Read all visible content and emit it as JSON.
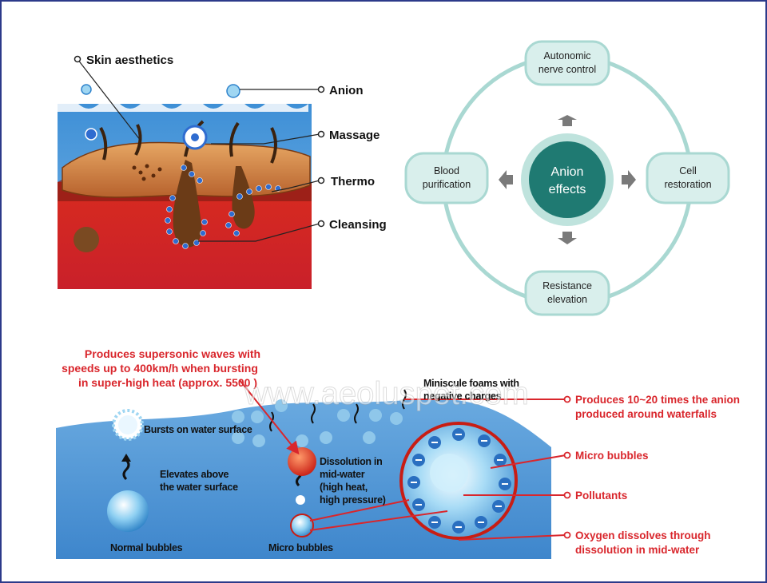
{
  "skin_panel": {
    "labels": {
      "skin_aesthetics": "Skin aesthetics",
      "anion": "Anion",
      "massage": "Massage",
      "thermo": "Thermo",
      "cleansing": "Cleansing"
    }
  },
  "cycle_panel": {
    "center_line1": "Anion",
    "center_line2": "effects",
    "nodes": {
      "top_line1": "Autonomic",
      "top_line2": "nerve control",
      "right_line1": "Cell",
      "right_line2": "restoration",
      "bottom_line1": "Resistance",
      "bottom_line2": "elevation",
      "left_line1": "Blood",
      "left_line2": "purification"
    }
  },
  "bubble_panel": {
    "supersonic_line1": "Produces supersonic waves with",
    "supersonic_line2": "speeds up to 400km/h when bursting",
    "supersonic_line3": "in super-high heat (approx. 5500 )",
    "foams_line1": "Miniscule foams with",
    "foams_line2": "negative charges",
    "bursts": "Bursts on water surface",
    "elevates_line1": "Elevates above",
    "elevates_line2": "the water surface",
    "normal_bubbles": "Normal bubbles",
    "dissolution_line1": "Dissolution in",
    "dissolution_line2": "mid-water",
    "dissolution_line3": "(high heat,",
    "dissolution_line4": "high pressure)",
    "micro_bubbles_bottom": "Micro bubbles",
    "right_labels": {
      "anion_line1": "Produces 10~20 times the anion",
      "anion_line2": "produced around waterfalls",
      "micro_bubbles": "Micro bubbles",
      "pollutants": "Pollutants",
      "oxygen_line1": "Oxygen dissolves through",
      "oxygen_line2": "dissolution in mid-water"
    }
  },
  "watermark": "www.aeoluspet.com",
  "colors": {
    "frame": "#2c3a8a",
    "teal_dark": "#1f7a72",
    "teal_ring": "#a9d8d2",
    "node_fill": "#d9efec",
    "red_text": "#d9262c",
    "water_blue": "#5b9fd9"
  }
}
